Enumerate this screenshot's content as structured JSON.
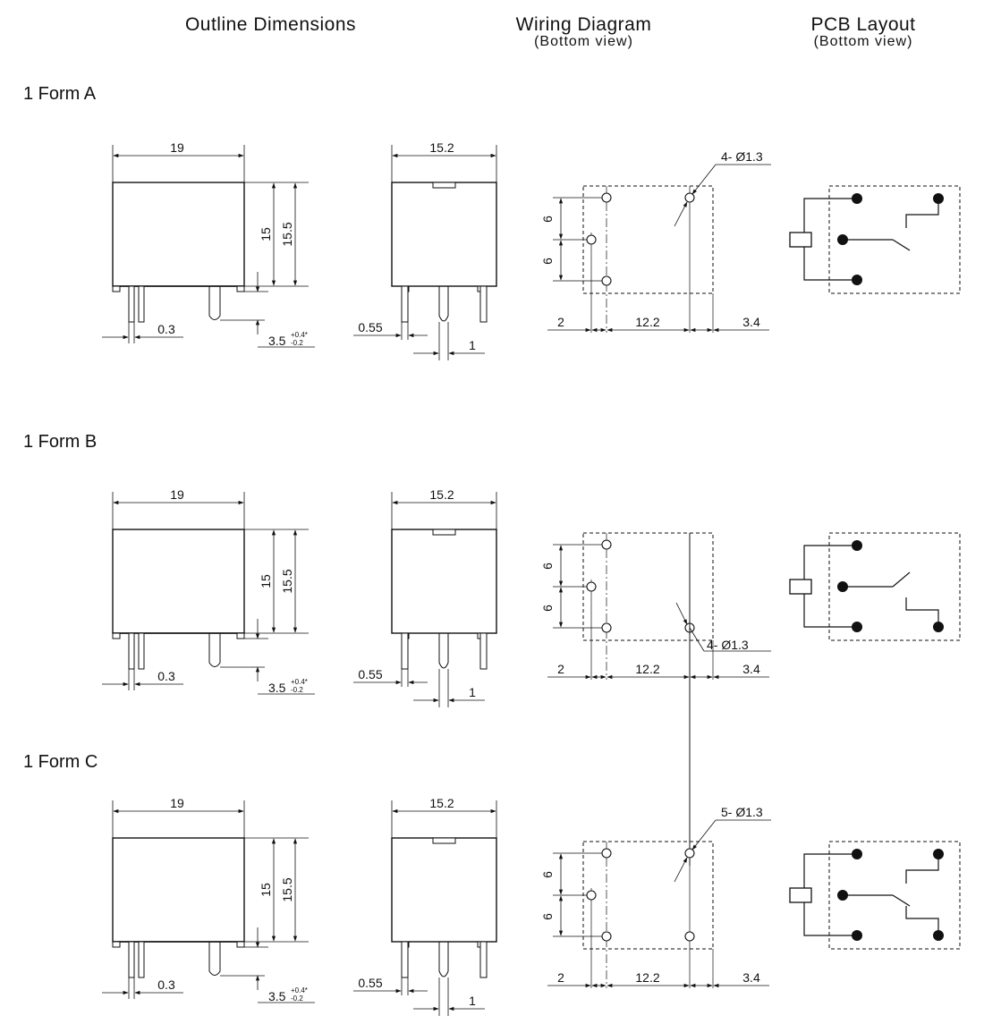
{
  "headers": {
    "outline": "Outline Dimensions",
    "wiring": "Wiring Diagram",
    "wiring_sub": "(Bottom view)",
    "pcb": "PCB Layout",
    "pcb_sub": "(Bottom view)"
  },
  "forms": [
    {
      "label": "1 Form A",
      "side": {
        "width": "19",
        "h1": "15",
        "h2": "15.5",
        "pin_w": "0.3",
        "pin_len": "3.5",
        "tol_plus": "+0.4*",
        "tol_minus": "-0.2"
      },
      "front": {
        "width": "15.2",
        "pin_w": "0.55",
        "pin_t": "1"
      },
      "wiring": {
        "pitch1": "6",
        "pitch2": "6",
        "dx1": "2",
        "dx2": "12.2",
        "dx3": "3.4",
        "hole": "4- Ø1.3"
      },
      "pcb": {
        "type": "A"
      }
    },
    {
      "label": "1 Form B",
      "side": {
        "width": "19",
        "h1": "15",
        "h2": "15.5",
        "pin_w": "0.3",
        "pin_len": "3.5",
        "tol_plus": "+0.4*",
        "tol_minus": "-0.2"
      },
      "front": {
        "width": "15.2",
        "pin_w": "0.55",
        "pin_t": "1"
      },
      "wiring": {
        "pitch1": "6",
        "pitch2": "6",
        "dx1": "2",
        "dx2": "12.2",
        "dx3": "3.4",
        "hole": "4- Ø1.3"
      },
      "pcb": {
        "type": "B"
      }
    },
    {
      "label": "1 Form C",
      "side": {
        "width": "19",
        "h1": "15",
        "h2": "15.5",
        "pin_w": "0.3",
        "pin_len": "3.5",
        "tol_plus": "+0.4*",
        "tol_minus": "-0.2"
      },
      "front": {
        "width": "15.2",
        "pin_w": "0.55",
        "pin_t": "1"
      },
      "wiring": {
        "pitch1": "6",
        "pitch2": "6",
        "dx1": "2",
        "dx2": "12.2",
        "dx3": "3.4",
        "hole": "5- Ø1.3"
      },
      "pcb": {
        "type": "C"
      }
    }
  ]
}
